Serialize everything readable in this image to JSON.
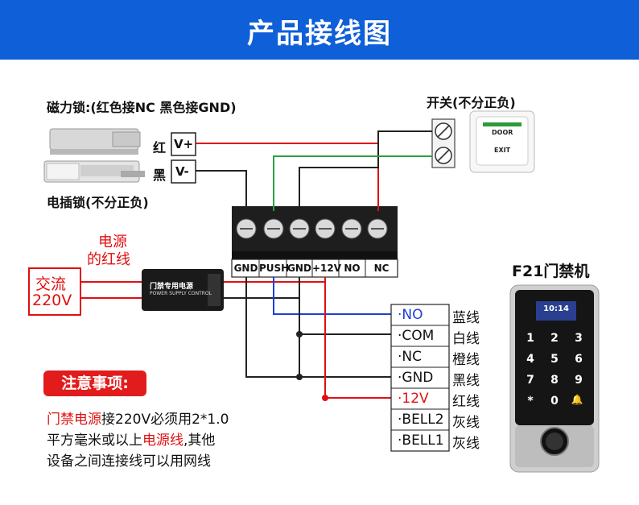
{
  "header": {
    "title": "产品接线图"
  },
  "labels": {
    "maglock": "磁力锁:(红色接NC 黑色接GND)",
    "switch": "开关(不分正负)",
    "boltlock": "电插锁(不分正负)",
    "red": "红",
    "black": "黑",
    "vplus": "V+",
    "vminus": "V-",
    "psu_red_1": "电源",
    "psu_red_2": "的红线",
    "ac_1": "交流",
    "ac_2": "220V",
    "device": "F21门禁机",
    "psu_box_cn": "门禁专用电源",
    "psu_box_en": "POWER SUPPLY CONTROL",
    "exit_top": "DOOR",
    "exit_bottom": "EXIT"
  },
  "terminals": [
    "GND",
    "PUSH",
    "GND",
    "+12V",
    "NO",
    "NC"
  ],
  "signals": [
    {
      "name": "·NO",
      "color": "蓝线"
    },
    {
      "name": "·COM",
      "color": "白线"
    },
    {
      "name": "·NC",
      "color": "橙线"
    },
    {
      "name": "·GND",
      "color": "黑线"
    },
    {
      "name": "·12V",
      "color": "红线"
    },
    {
      "name": "·BELL2",
      "color": "灰线"
    },
    {
      "name": "·BELL1",
      "color": "灰线"
    }
  ],
  "notice": {
    "title": "注意事项:",
    "line1_red": "门禁电源",
    "line1_rest": "接220V必须用2*1.0",
    "line2_a": "平方毫米或以上",
    "line2_red": "电源线",
    "line2_b": ",其他",
    "line3": "设备之间连接线可以用网线"
  },
  "keypad": {
    "screen_time": "10:14",
    "keys": [
      "1",
      "2",
      "3",
      "4",
      "5",
      "6",
      "7",
      "8",
      "9",
      "*",
      "0",
      "🔔"
    ]
  },
  "colors": {
    "banner": "#0e5fd8",
    "red_wire": "#e01010",
    "blue_wire": "#1f3fd1",
    "green_wire": "#2aa043",
    "accent_red": "#e21c1c"
  }
}
